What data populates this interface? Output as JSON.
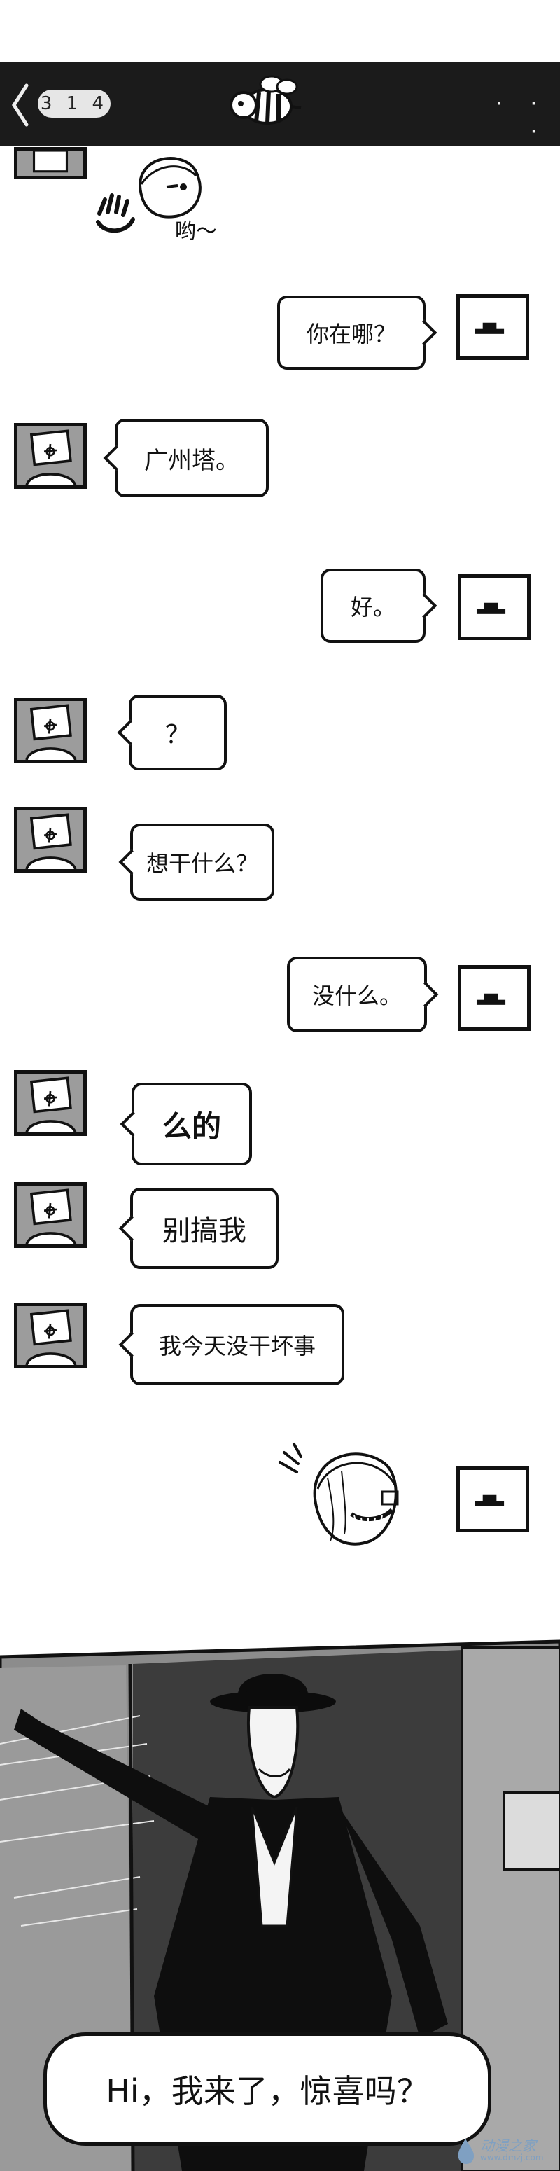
{
  "header": {
    "page_indicator": "3 1 4",
    "more_label": "· · ·"
  },
  "greeting": {
    "text": "哟～"
  },
  "messages": [
    {
      "side": "right",
      "text": "你在哪？"
    },
    {
      "side": "left",
      "text": "广州塔。"
    },
    {
      "side": "right",
      "text": "好。"
    },
    {
      "side": "left",
      "text": "？"
    },
    {
      "side": "left",
      "text": "想干什么？"
    },
    {
      "side": "right",
      "text": "没什么。"
    },
    {
      "side": "left",
      "text": "么的"
    },
    {
      "side": "left",
      "text": "别搞我"
    },
    {
      "side": "left",
      "text": "我今天没干坏事"
    }
  ],
  "final_panel": {
    "speech": "Hi，我来了，惊喜吗？"
  },
  "watermark": {
    "title": "动漫之家",
    "url": "www.dmzj.com"
  }
}
